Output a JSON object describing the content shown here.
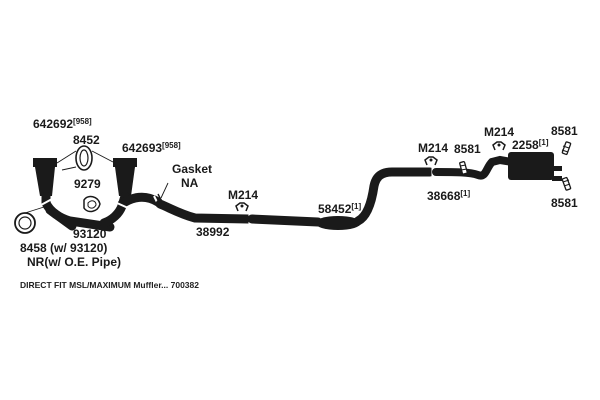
{
  "colors": {
    "pipe": "#1a1a1a",
    "background": "#ffffff",
    "text": "#1a1a1a"
  },
  "labels": {
    "p642692": "642692",
    "p642692_sup": "[958]",
    "p8452": "8452",
    "p642693": "642693",
    "p642693_sup": "[958]",
    "gasket1": "Gasket",
    "gasket2": "NA",
    "p9279": "9279",
    "m214_left": "M214",
    "p8458": "8458 (w/ 93120)",
    "nr_pipe": "NR(w/ O.E. Pipe)",
    "p93120": "93120",
    "p38992": "38992",
    "p58452": "58452",
    "p58452_sup": "[1]",
    "m214_mid": "M214",
    "p8581_a": "8581",
    "m214_right": "M214",
    "p2258": "2258",
    "p2258_sup": "[1]",
    "p8581_top": "8581",
    "p38668": "38668",
    "p38668_sup": "[1]",
    "p8581_bottom": "8581"
  },
  "caption": "DIRECT FIT MSL/MAXIMUM Muffler... 700382"
}
